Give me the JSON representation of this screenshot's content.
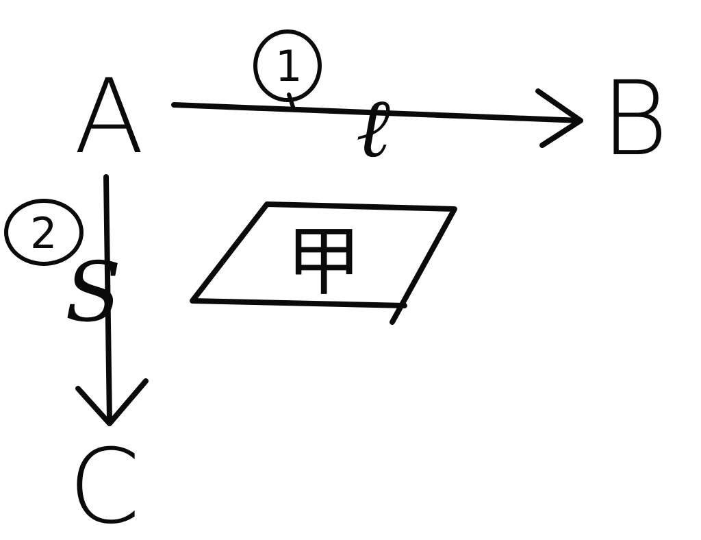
{
  "points": {
    "a": "A",
    "b": "B",
    "c": "C"
  },
  "lines": {
    "first": {
      "number": "1",
      "name": "ℓ"
    },
    "second": {
      "number": "2",
      "name": "S"
    }
  },
  "plane": {
    "name": "甲"
  }
}
